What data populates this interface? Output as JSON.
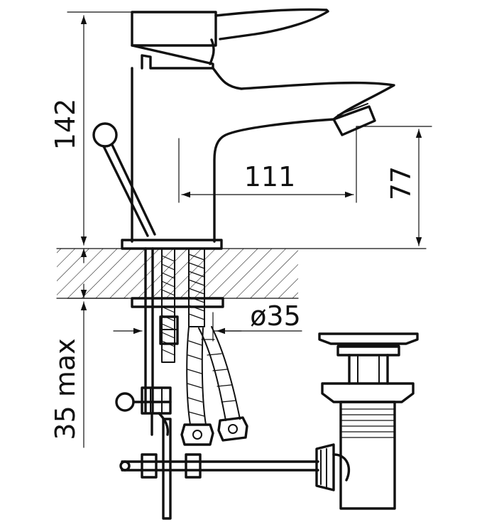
{
  "dimensions": {
    "height": "142",
    "spout_reach": "111",
    "spout_height": "77",
    "countertop_max": "35 max",
    "hole_diameter": "ø35"
  },
  "colors": {
    "line": "#111111",
    "background": "#ffffff"
  }
}
